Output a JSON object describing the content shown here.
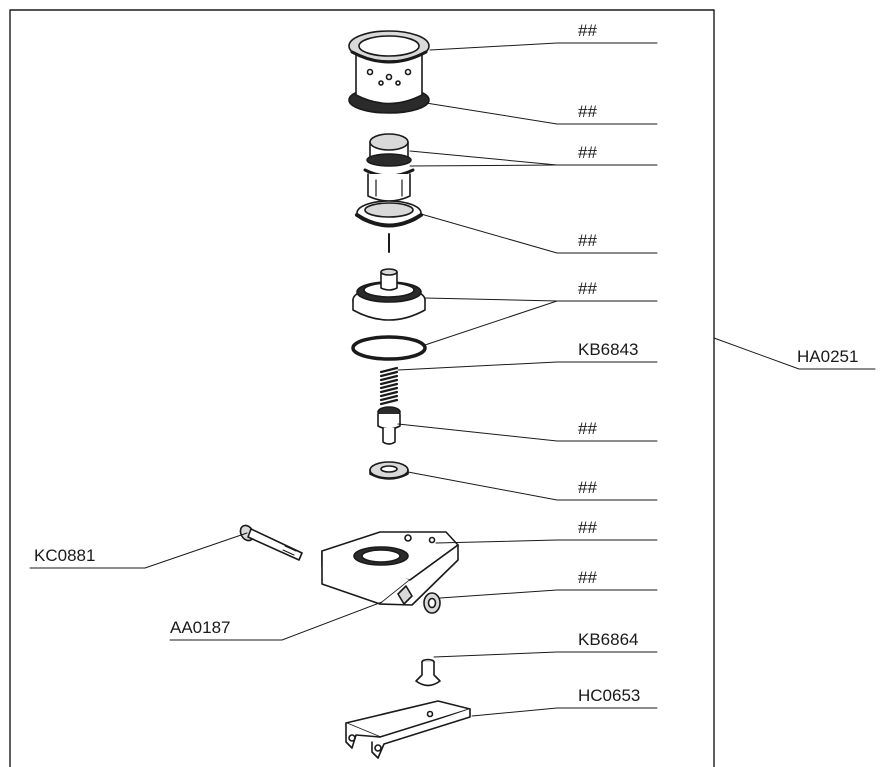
{
  "diagram": {
    "labels": {
      "seal_upper": "##",
      "seal_lower": "##",
      "valve_core_rings": "##",
      "valve_core_seal": "##",
      "valve_seat_seal": "##",
      "spring": "KB6843",
      "valve_pin": "##",
      "washer": "##",
      "housing_seal": "##",
      "bolt": "KC0881",
      "housing": "AA0187",
      "small_washer": "##",
      "pin": "KB6864",
      "bracket": "HC0653",
      "assembly": "HA0251"
    },
    "colors": {
      "line": "#1a1a1a",
      "fill": "#ffffff",
      "shade": "#d9d9d9",
      "dark": "#2b2b2b"
    }
  }
}
